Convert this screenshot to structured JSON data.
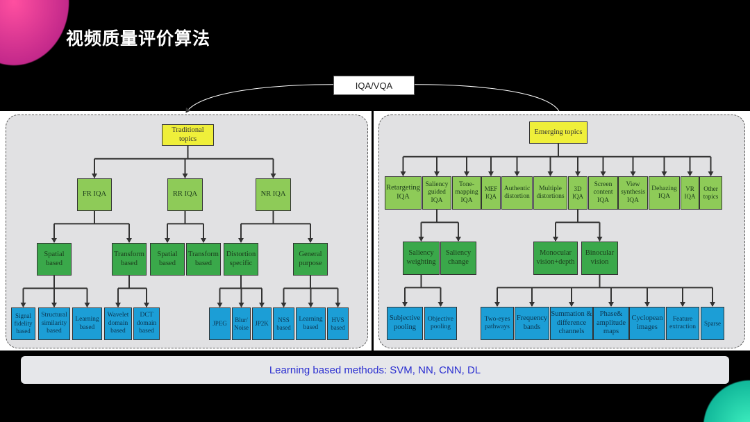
{
  "title": "视频质量评价算法",
  "root_label": "IQA/VQA",
  "banner": "Learning based methods: SVM, NN, CNN, DL",
  "colors": {
    "yellow": "#efef3a",
    "light_green": "#8ecb58",
    "dark_green": "#3aa84a",
    "blue": "#1c9ed6",
    "banner_text": "#2a2ed0"
  },
  "nodes": [
    {
      "id": "trad",
      "label": "Traditional topics"
    },
    {
      "id": "fr",
      "label": "FR IQA"
    },
    {
      "id": "rr",
      "label": "RR IQA"
    },
    {
      "id": "nr",
      "label": "NR IQA"
    },
    {
      "id": "fr_sp",
      "label": "Spatial\nbased"
    },
    {
      "id": "fr_tr",
      "label": "Transform\nbased"
    },
    {
      "id": "rr_sp",
      "label": "Spatial\nbased"
    },
    {
      "id": "rr_tr",
      "label": "Transform\nbased"
    },
    {
      "id": "nr_ds",
      "label": "Distortion\nspecific"
    },
    {
      "id": "nr_gp",
      "label": "General\npurpose"
    },
    {
      "id": "sig",
      "label": "Signal\nfidelity\nbased"
    },
    {
      "id": "str",
      "label": "Structural\nsimilarity\nbased"
    },
    {
      "id": "lrn1",
      "label": "Learning\nbased"
    },
    {
      "id": "wav",
      "label": "Wavelet\ndomain\nbased"
    },
    {
      "id": "dct",
      "label": "DCT\ndomain\nbased"
    },
    {
      "id": "jpeg",
      "label": "JPEG"
    },
    {
      "id": "blur",
      "label": "Blur/\nNoise"
    },
    {
      "id": "jp2k",
      "label": "JP2K"
    },
    {
      "id": "nss",
      "label": "NSS\nbased"
    },
    {
      "id": "lrn2",
      "label": "Learning\nbased"
    },
    {
      "id": "hvs",
      "label": "HVS\nbased"
    },
    {
      "id": "emg",
      "label": "Emerging topics"
    },
    {
      "id": "ret",
      "label": "Retargeting\nIQA"
    },
    {
      "id": "sal",
      "label": "Saliency\nguided\nIQA"
    },
    {
      "id": "tone",
      "label": "Tone-\nmapping\nIQA"
    },
    {
      "id": "mef",
      "label": "MEF\nIQA"
    },
    {
      "id": "auth",
      "label": "Authentic\ndistortion"
    },
    {
      "id": "mult",
      "label": "Multiple\ndistortions"
    },
    {
      "id": "d3",
      "label": "3D\nIQA"
    },
    {
      "id": "scr",
      "label": "Screen\ncontent\nIQA"
    },
    {
      "id": "view",
      "label": "View\nsynthesis\nIQA"
    },
    {
      "id": "deh",
      "label": "Dehazing\nIQA"
    },
    {
      "id": "vr",
      "label": "VR\nIQA"
    },
    {
      "id": "oth",
      "label": "Other\ntopics"
    },
    {
      "id": "salw",
      "label": "Saliency\nweighting"
    },
    {
      "id": "salc",
      "label": "Saliency\nchange"
    },
    {
      "id": "mono",
      "label": "Monocular\nvision+depth"
    },
    {
      "id": "bino",
      "label": "Binocular\nvision"
    },
    {
      "id": "subj",
      "label": "Subjective\npooling"
    },
    {
      "id": "obj",
      "label": "Objective\npooling"
    },
    {
      "id": "two",
      "label": "Two-eyes\npathways"
    },
    {
      "id": "freq",
      "label": "Frequency\nbands"
    },
    {
      "id": "sum",
      "label": "Summation &\ndifference\nchannels"
    },
    {
      "id": "phase",
      "label": "Phase&\namplitude\nmaps"
    },
    {
      "id": "cyc",
      "label": "Cyclopean\nimages"
    },
    {
      "id": "feat",
      "label": "Feature\nextraction"
    },
    {
      "id": "sparse",
      "label": "Sparse"
    }
  ],
  "edges": {
    "trad": [
      "fr",
      "rr",
      "nr"
    ],
    "fr": [
      "fr_sp",
      "fr_tr"
    ],
    "rr": [
      "rr_sp",
      "rr_tr"
    ],
    "nr": [
      "nr_ds",
      "nr_gp"
    ],
    "fr_sp": [
      "sig",
      "str",
      "lrn1"
    ],
    "fr_tr": [
      "wav",
      "dct"
    ],
    "nr_ds": [
      "jpeg",
      "blur",
      "jp2k"
    ],
    "nr_gp": [
      "nss",
      "lrn2",
      "hvs"
    ],
    "emg": [
      "ret",
      "sal",
      "tone",
      "mef",
      "auth",
      "mult",
      "d3",
      "scr",
      "view",
      "deh",
      "vr",
      "oth"
    ],
    "sal": [
      "salw",
      "salc"
    ],
    "d3": [
      "mono",
      "bino"
    ],
    "salw": [
      "subj",
      "obj"
    ],
    "bino": [
      "two",
      "freq",
      "sum",
      "phase",
      "cyc",
      "feat",
      "sparse"
    ]
  }
}
